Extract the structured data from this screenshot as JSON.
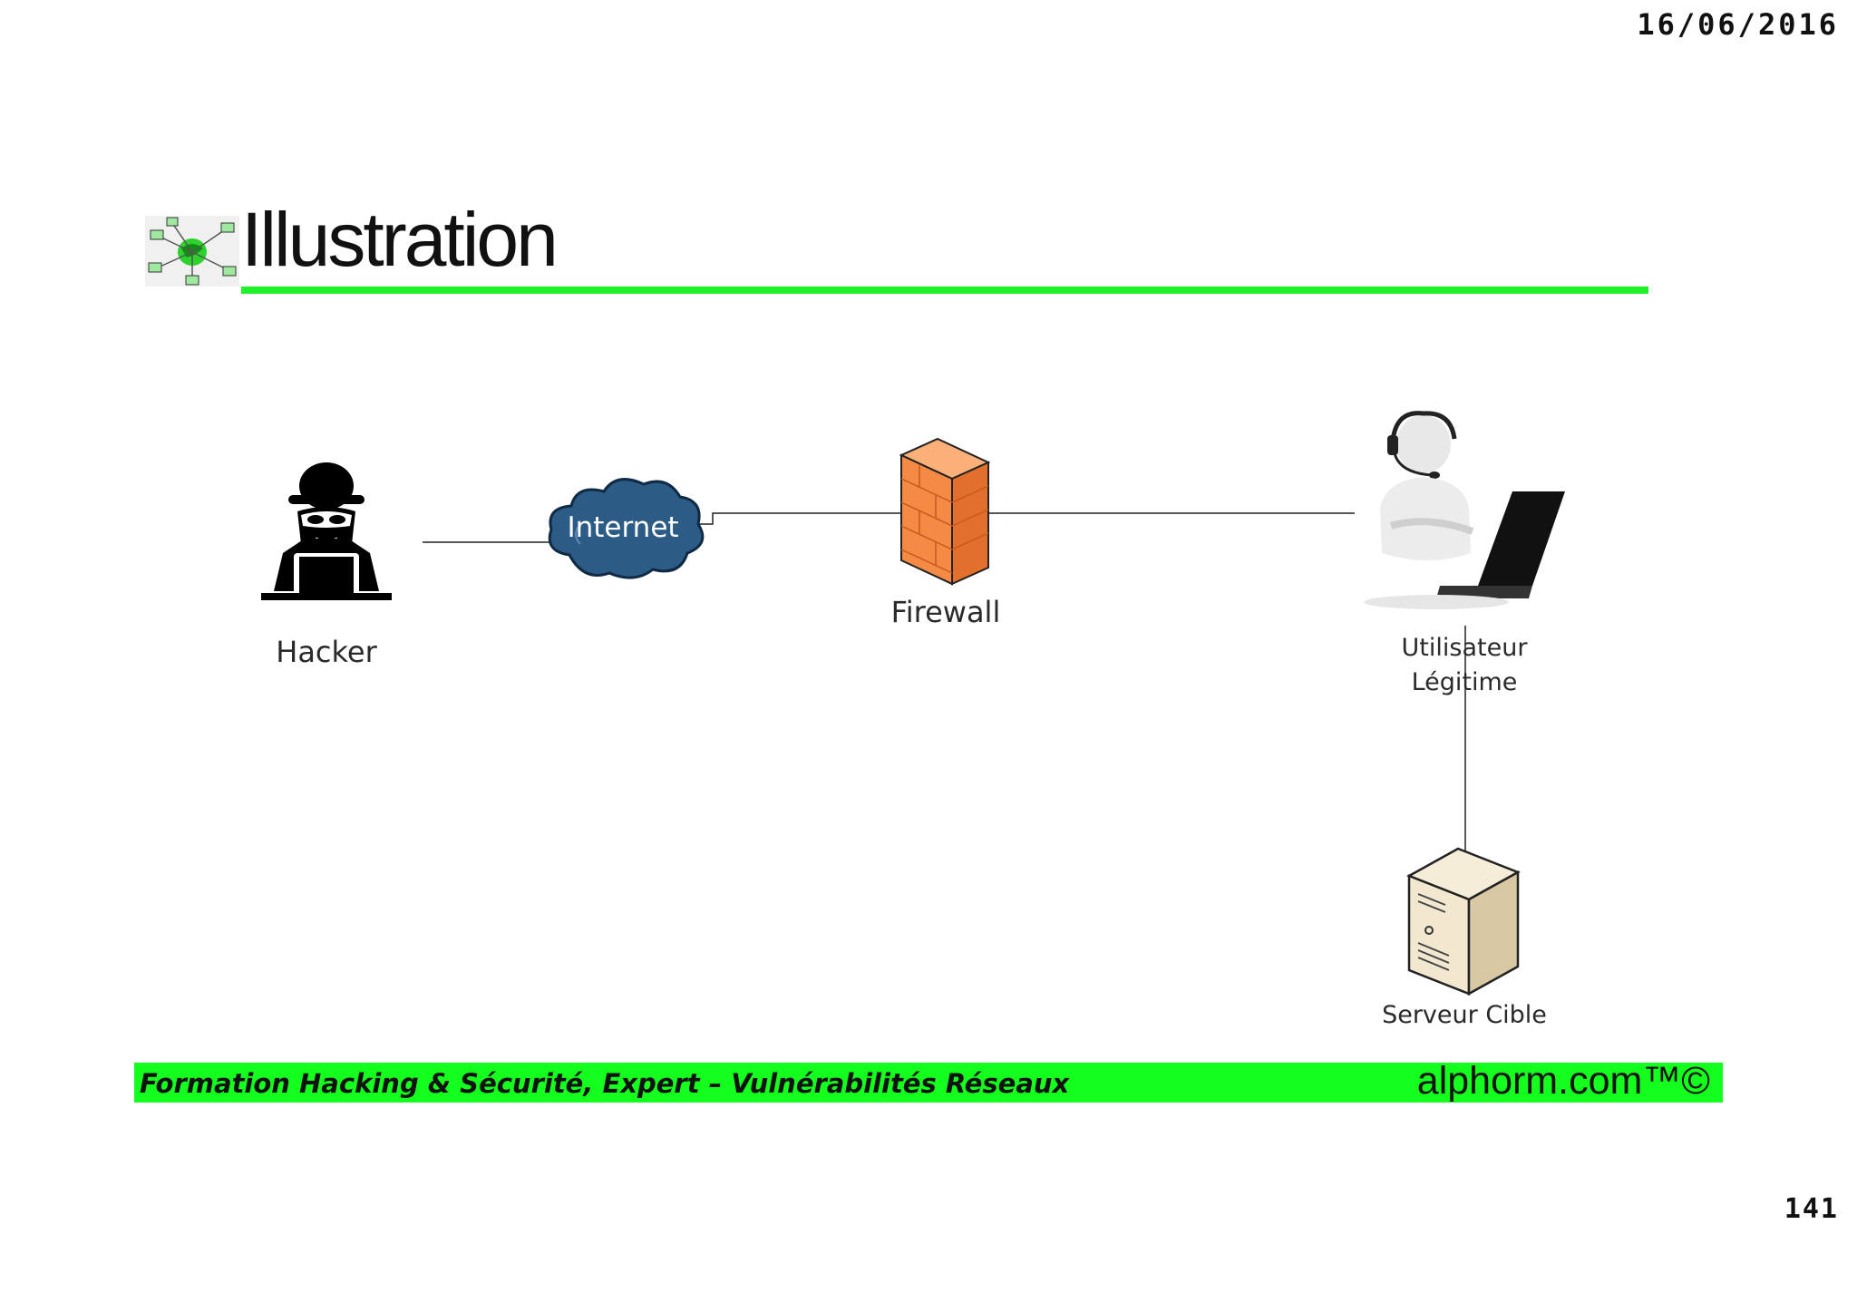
{
  "header": {
    "date": "16/06/2016"
  },
  "slide": {
    "title": "Illustration",
    "page_number": "141"
  },
  "diagram": {
    "nodes": {
      "hacker": "Hacker",
      "internet": "Internet",
      "firewall": "Firewall",
      "user_line1": "Utilisateur",
      "user_line2": "Légitime",
      "server": "Serveur Cible"
    },
    "icons": {
      "title": "network-globe-icon",
      "hacker": "hacker-icon",
      "internet": "cloud-icon",
      "firewall": "firewall-icon",
      "user": "user-laptop-icon",
      "server": "server-icon"
    },
    "colors": {
      "accent_green": "#1ef02a",
      "cloud_blue": "#2c5b86",
      "firewall_orange": "#f58a45"
    }
  },
  "footer": {
    "course": "Formation Hacking & Sécurité, Expert – Vulnérabilités Réseaux",
    "brand": "alphorm.com™©"
  }
}
